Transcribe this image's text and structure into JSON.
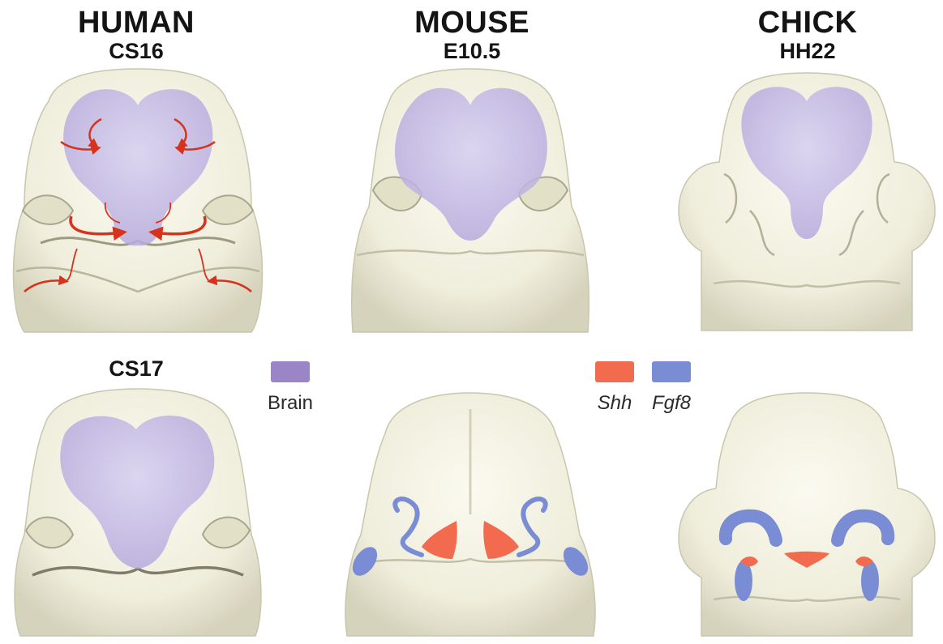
{
  "headers": [
    {
      "species": "HUMAN",
      "stage": "CS16"
    },
    {
      "species": "MOUSE",
      "stage": "E10.5"
    },
    {
      "species": "CHICK",
      "stage": "HH22"
    }
  ],
  "second_row_stage": "CS17",
  "legend": [
    {
      "label": "Brain",
      "color": "#9a86c6",
      "italic": false
    },
    {
      "label": "Shh",
      "color": "#f26b4f",
      "italic": true
    },
    {
      "label": "Fgf8",
      "color": "#7a8dd4",
      "italic": true
    }
  ],
  "colors": {
    "tissue": "#f1efdc",
    "tissue_shadow": "#c9c6ae",
    "brain_overlay": "#c4bbe8",
    "arrow": "#d8321c",
    "shh": "#f26b4f",
    "fgf8": "#7a8dd4"
  }
}
